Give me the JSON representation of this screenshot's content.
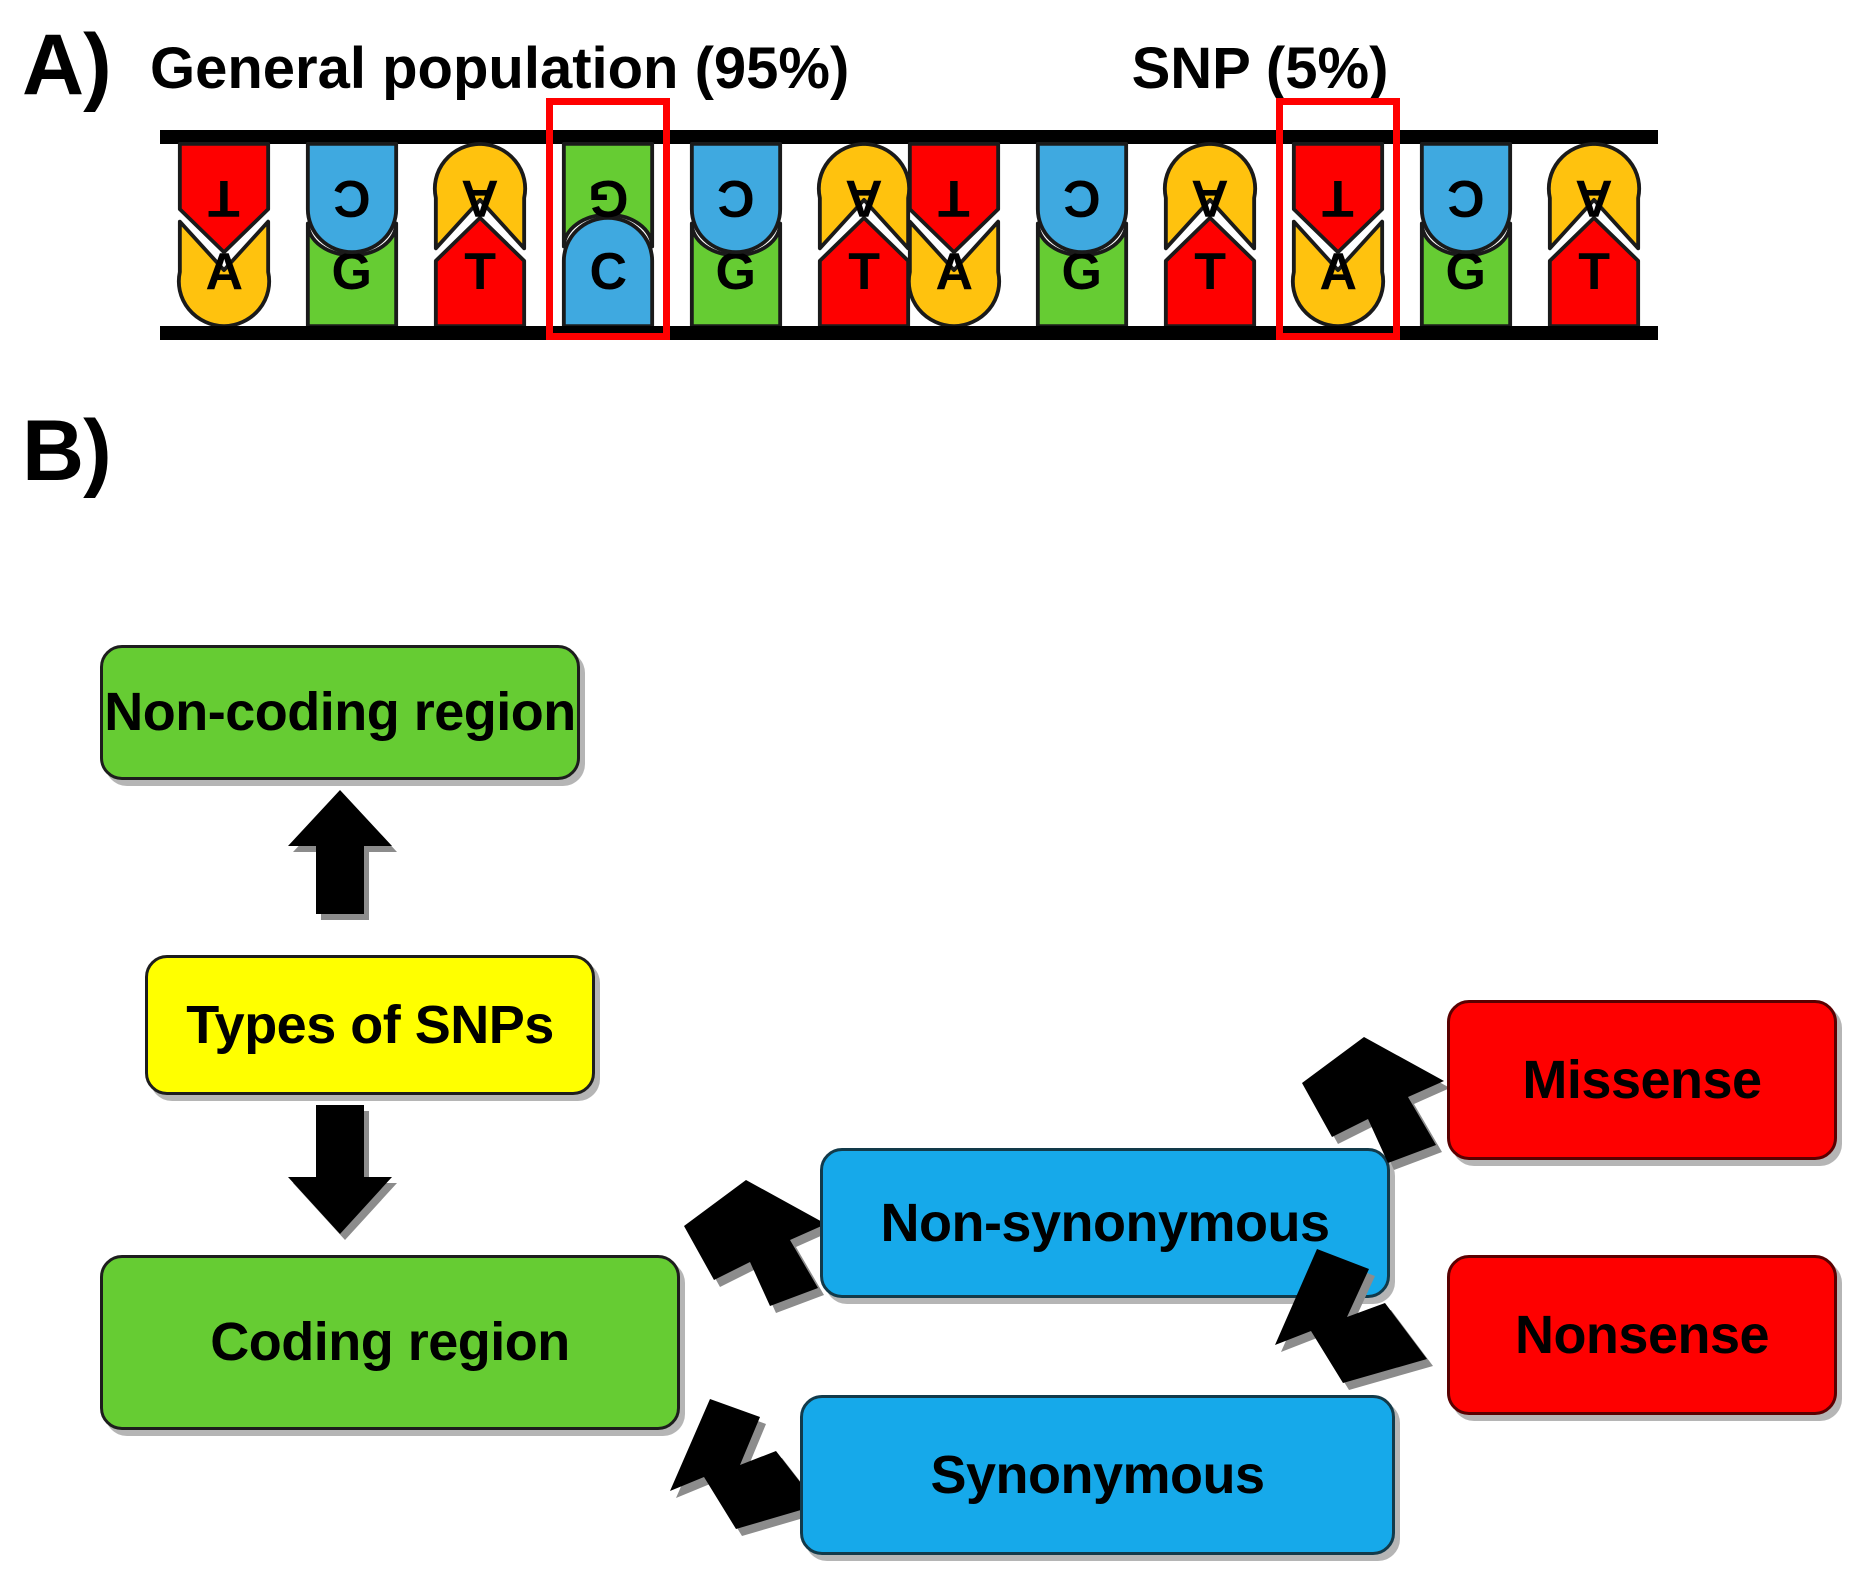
{
  "figure": {
    "panels": [
      {
        "letter": "A)"
      },
      {
        "letter": "B)"
      }
    ]
  },
  "panel_a": {
    "letter": "A)",
    "sequences": [
      {
        "id": "general-population",
        "title": "General population (95%)",
        "top_strand": [
          "T",
          "C",
          "A",
          "G",
          "C",
          "A"
        ],
        "bottom_strand": [
          "A",
          "G",
          "T",
          "C",
          "G",
          "T"
        ],
        "highlight_index": 3,
        "highlight_pair": "G-C"
      },
      {
        "id": "snp",
        "title": "SNP (5%)",
        "top_strand": [
          "T",
          "C",
          "A",
          "T",
          "C",
          "A"
        ],
        "bottom_strand": [
          "A",
          "G",
          "T",
          "A",
          "G",
          "T"
        ],
        "highlight_index": 3,
        "highlight_pair": "T-A"
      }
    ],
    "base_colors": {
      "A": "#ffc20e",
      "T": "#fe0000",
      "C": "#3fa9e0",
      "G": "#66cc33"
    },
    "highlight_color": "#ff0000",
    "backbone_color": "#000000"
  },
  "panel_b": {
    "letter": "B)",
    "nodes": [
      {
        "id": "non-coding-region",
        "label": "Non-coding region",
        "color": "#66cc33"
      },
      {
        "id": "types-of-snps",
        "label": "Types of SNPs",
        "color": "#ffff00"
      },
      {
        "id": "coding-region",
        "label": "Coding region",
        "color": "#66cc33"
      },
      {
        "id": "non-synonymous",
        "label": "Non-synonymous",
        "color": "#16a9ea"
      },
      {
        "id": "synonymous",
        "label": "Synonymous",
        "color": "#16a9ea"
      },
      {
        "id": "missense",
        "label": "Missense",
        "color": "#fe0000"
      },
      {
        "id": "nonsense",
        "label": "Nonsense",
        "color": "#fe0000"
      }
    ],
    "edges": [
      {
        "from": "types-of-snps",
        "to": "non-coding-region",
        "direction": "up"
      },
      {
        "from": "types-of-snps",
        "to": "coding-region",
        "direction": "down"
      },
      {
        "from": "coding-region",
        "to": "non-synonymous",
        "direction": "up-right"
      },
      {
        "from": "coding-region",
        "to": "synonymous",
        "direction": "down-right"
      },
      {
        "from": "non-synonymous",
        "to": "missense",
        "direction": "up-right"
      },
      {
        "from": "non-synonymous",
        "to": "nonsense",
        "direction": "down-right"
      }
    ],
    "arrow_fill": "#000000",
    "arrow_shadow": "#8c8c8c"
  }
}
